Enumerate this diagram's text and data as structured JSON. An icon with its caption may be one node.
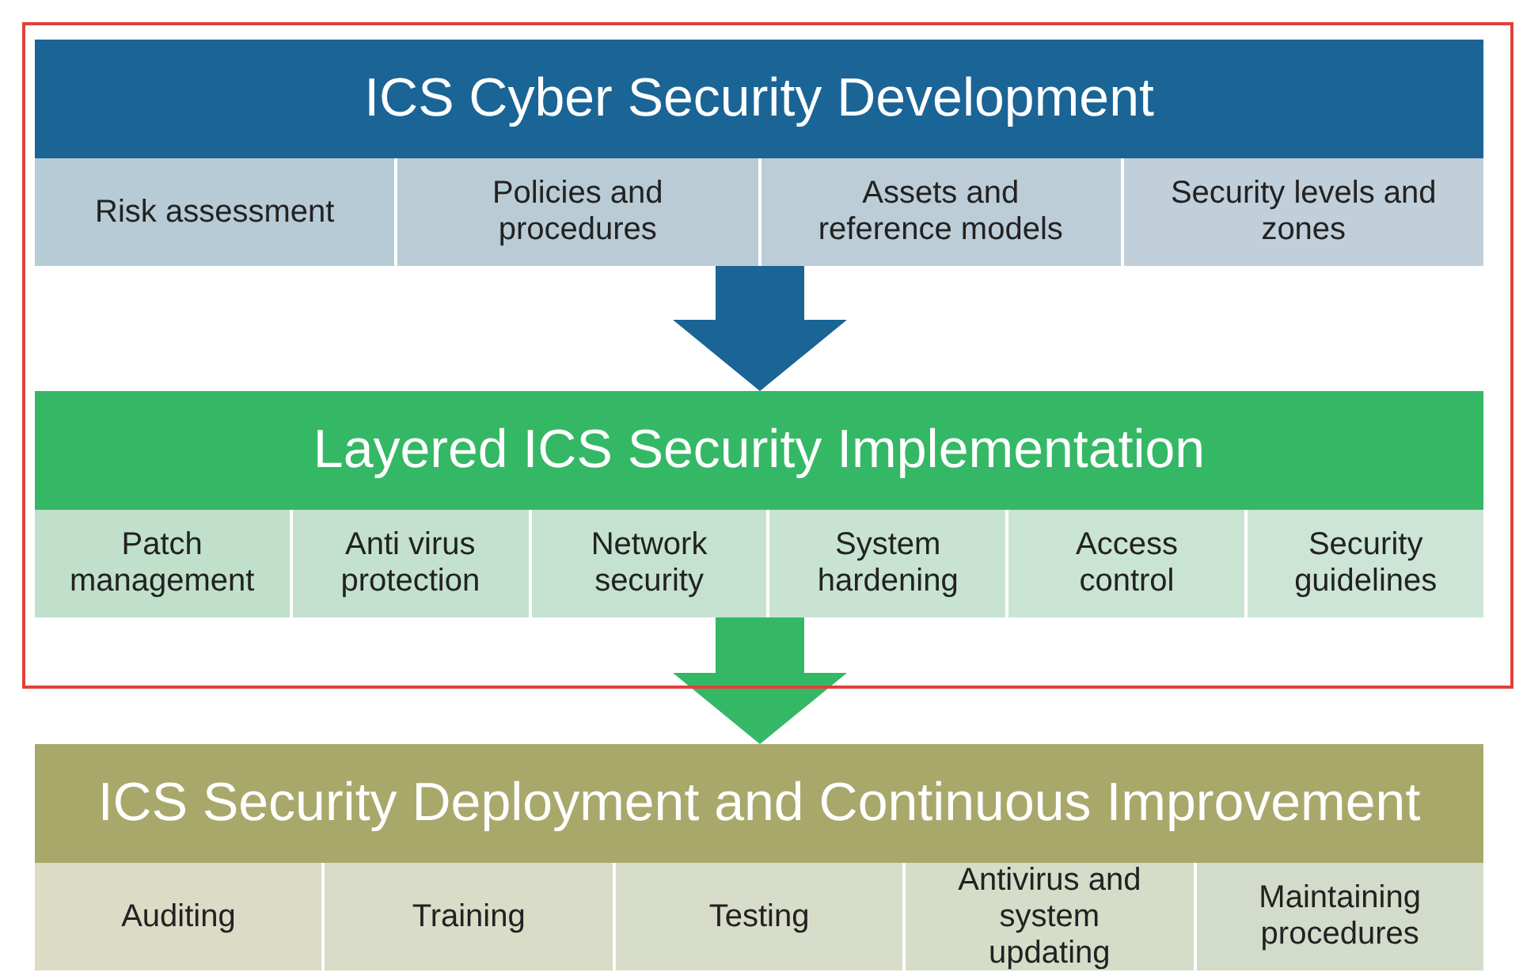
{
  "diagram": {
    "nodes": [
      {
        "text": [],
        "shape": "box"
      },
      {
        "text": [
          "ICS Cyber Security Development"
        ],
        "in": 0
      },
      {
        "text": [
          "Risk assessment"
        ],
        "in": 1
      },
      {
        "text": [
          "Policies and procedures"
        ],
        "in": 1
      },
      {
        "text": [
          "Assets and reference models"
        ],
        "in": 1
      },
      {
        "text": [
          "Security levels and zones"
        ],
        "in": 1
      },
      {
        "text": [
          "Layered ICS Security Implementation"
        ],
        "in": 0
      },
      {
        "text": [
          "Patch management"
        ],
        "in": 6
      },
      {
        "text": [
          "Anti virus protection"
        ],
        "in": 6
      },
      {
        "text": [
          "Network security"
        ],
        "in": 6
      },
      {
        "text": [
          "System hardening"
        ],
        "in": 6
      },
      {
        "text": [
          "Access control"
        ],
        "in": 6
      },
      {
        "text": [
          "Security guidelines"
        ],
        "in": 6
      },
      {
        "text": [
          "ICS Security Deployment and Continuous Improvement"
        ]
      },
      {
        "text": [
          "Auditing"
        ],
        "in": 13
      },
      {
        "text": [
          "Training"
        ],
        "in": 13
      },
      {
        "text": [
          "Testing"
        ],
        "in": 13
      },
      {
        "text": [
          "Antivirus and system updating"
        ],
        "in": 13
      },
      {
        "text": [
          "Maintaining procedures"
        ],
        "in": 13
      }
    ],
    "edges": [
      {
        "from": 1,
        "to": 6,
        "arrow": "to",
        "style": "thick",
        "color": "#1a6496"
      },
      {
        "from": 6,
        "to": 13,
        "arrow": "to",
        "style": "thick",
        "color": "#35b865"
      }
    ]
  }
}
